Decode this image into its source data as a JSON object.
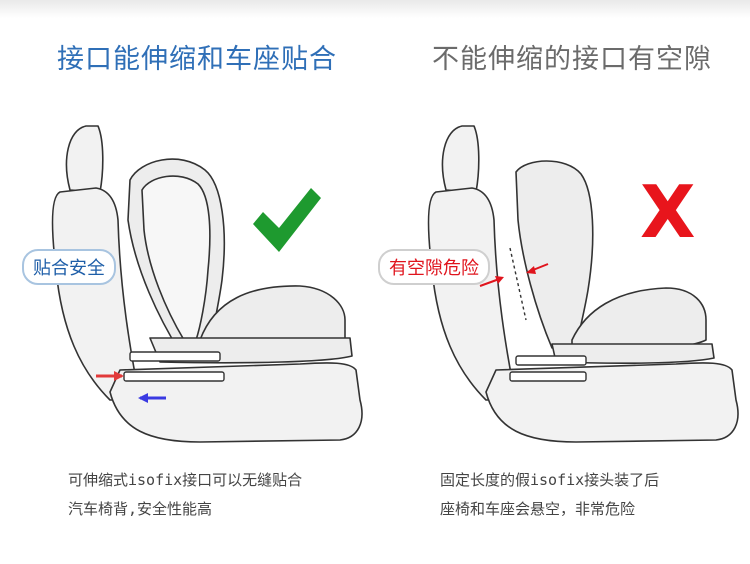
{
  "left_panel": {
    "heading": "接口能伸缩和车座贴合",
    "badge": "贴合安全",
    "mark": "check-icon",
    "caption_line1": "可伸缩式isofix接口可以无缝贴合",
    "caption_line2": "汽车椅背,安全性能高"
  },
  "right_panel": {
    "heading": "不能伸缩的接口有空隙",
    "badge": "有空隙危险",
    "mark": "X",
    "caption_line1": "固定长度的假isofix接头装了后",
    "caption_line2": "座椅和车座会悬空，非常危险"
  },
  "colors": {
    "heading_left": "#2f6fb7",
    "heading_right": "#6b6b6b",
    "check": "#1e9a2f",
    "cross": "#e8151c",
    "badge_left_text": "#1e5ea8",
    "badge_right_text": "#e0141d"
  }
}
